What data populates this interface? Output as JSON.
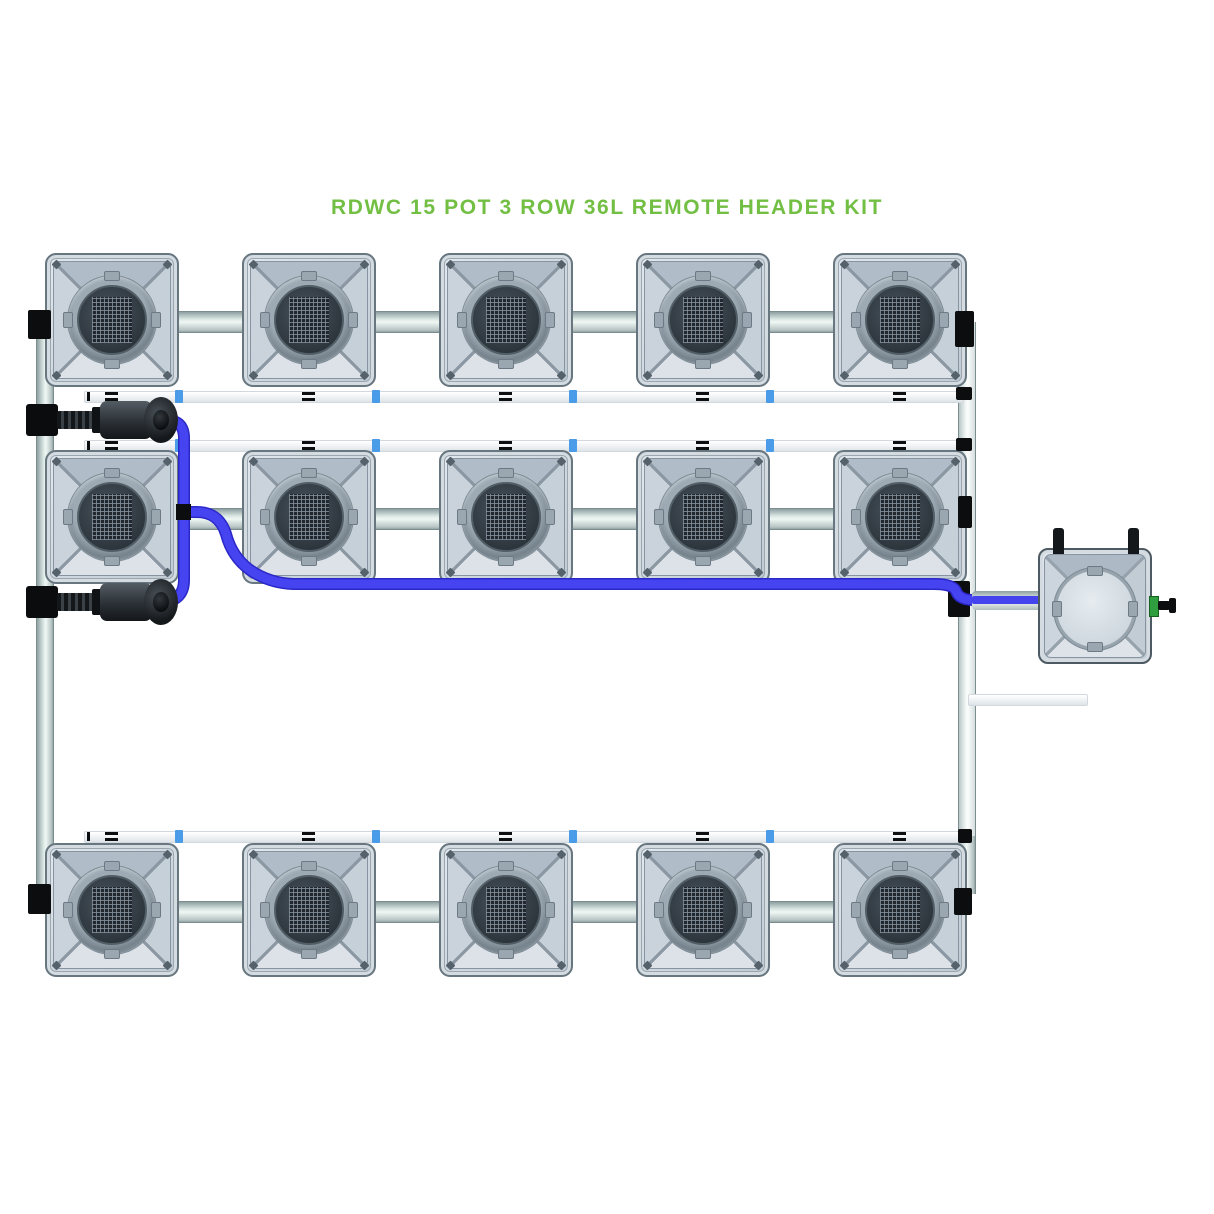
{
  "title": {
    "text": "RDWC 15 POT 3 ROW 36L REMOTE HEADER KIT",
    "color": "#72bf44"
  },
  "system": {
    "name": "RDWC 15 Pot 3 Row 36L Remote Header Kit",
    "pot_rows": 3,
    "pots_per_row": 5,
    "total_pots": 15,
    "pot_volume": "36L",
    "header_type": "remote",
    "components": {
      "pot": "36L grow pot with mesh net lid",
      "header_tank": "remote header tank with lid posts and side outlet fitting",
      "pump_connector": "inline pump/shut-off connector (2x, left side)",
      "feed_tube": "blue feed tubing loop from pumps to header tank",
      "return_pipe": "white return manifold pipe (one per row)",
      "link_pipe": "grey interconnecting pipe between pots",
      "riser_left": "left vertical linking pipe",
      "riser_right": "right vertical linking pipe to header tank"
    },
    "colors": {
      "feed_tube": "#4643f0",
      "tube_fitting_blue": "#4b9ce8",
      "pipe_grey": "#d9e6e2",
      "pipe_white": "#f2f5f7",
      "fitting_black": "#0b0d0f",
      "outlet_green": "#2f9e3f",
      "pot_body": "#c9d3db",
      "title_green": "#72bf44"
    }
  }
}
